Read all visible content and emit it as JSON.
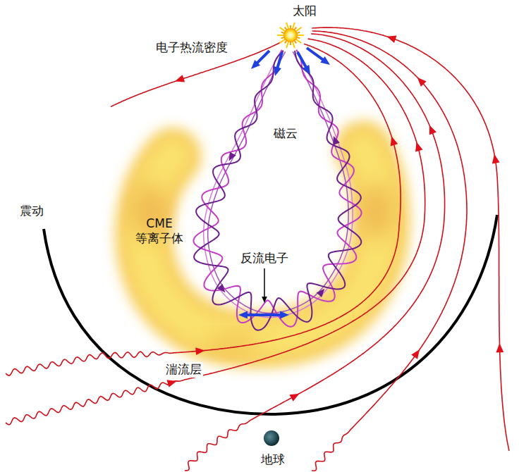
{
  "diagram": {
    "labels": [
      "太阳",
      "电子热流密度",
      "磁云",
      "震动",
      "CME 等离子体",
      "反流电子",
      "湍流层",
      "地球"
    ]
  }
}
